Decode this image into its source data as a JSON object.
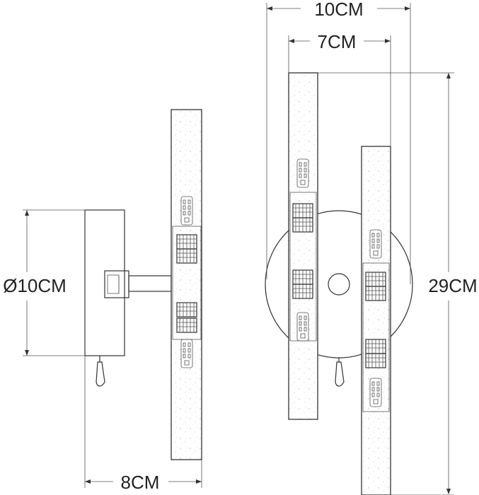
{
  "dimensions": {
    "overall_width": "10CM",
    "inner_width": "7CM",
    "height": "29CM",
    "base_diameter": "Ø10CM",
    "depth": "8CM"
  }
}
